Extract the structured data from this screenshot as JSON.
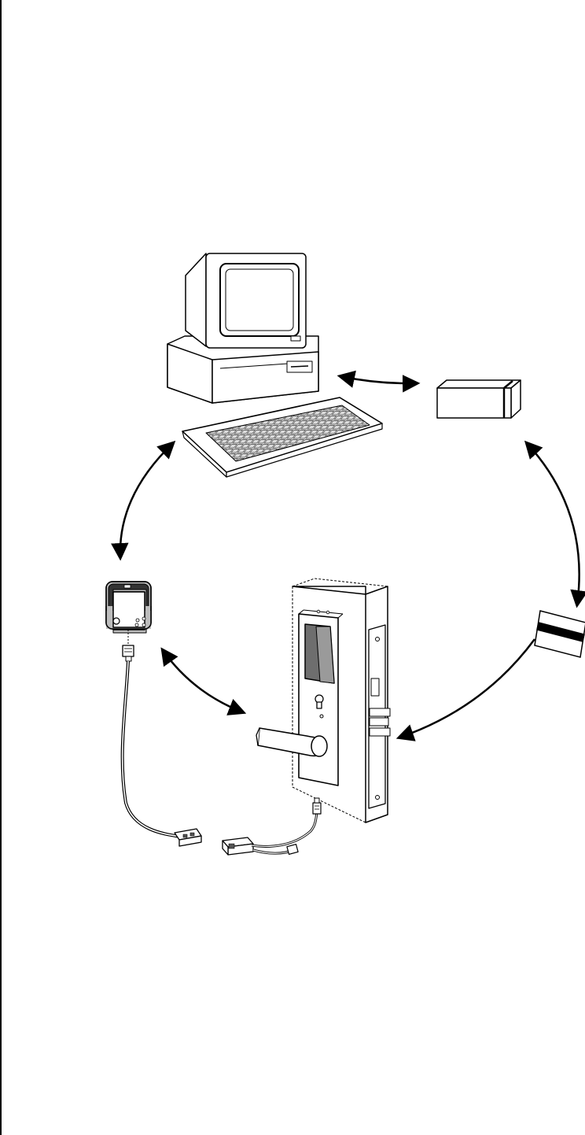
{
  "diagram": {
    "components": [
      {
        "id": "computer",
        "icon": "desktop-computer-icon"
      },
      {
        "id": "encoder",
        "icon": "card-encoder-icon"
      },
      {
        "id": "card",
        "icon": "magstripe-card-icon"
      },
      {
        "id": "lock",
        "icon": "mortise-lock-icon"
      },
      {
        "id": "handheld",
        "icon": "handheld-pda-icon"
      },
      {
        "id": "cable",
        "icon": "download-cable-icon"
      }
    ],
    "connections": [
      {
        "from": "computer",
        "to": "encoder",
        "direction": "both"
      },
      {
        "from": "encoder",
        "to": "card",
        "direction": "both"
      },
      {
        "from": "card",
        "to": "lock",
        "direction": "forward"
      },
      {
        "from": "lock",
        "to": "handheld",
        "direction": "both"
      },
      {
        "from": "handheld",
        "to": "computer",
        "direction": "both"
      }
    ],
    "colors": {
      "line": "#000000",
      "background": "#ffffff",
      "shade": "#bdbdbd",
      "dark": "#555555"
    }
  }
}
